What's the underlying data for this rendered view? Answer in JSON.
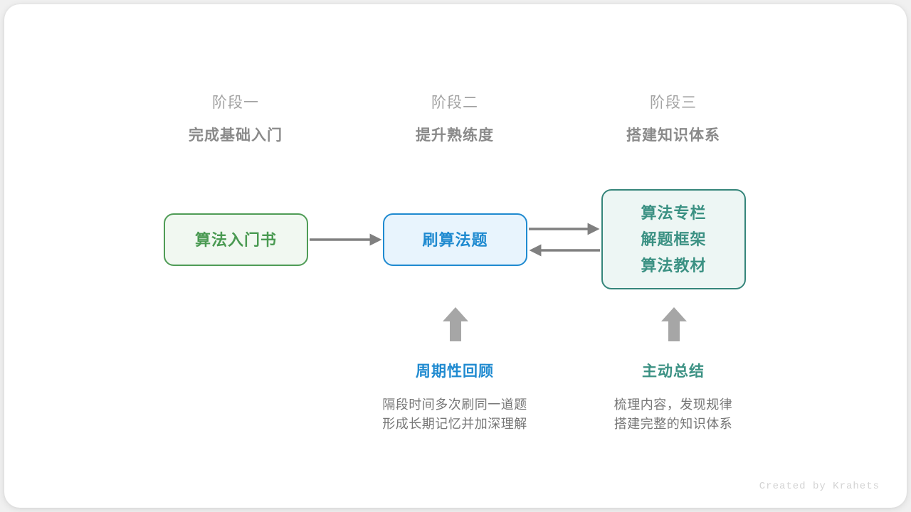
{
  "diagram": {
    "stages": [
      {
        "label": "阶段一",
        "title": "完成基础入门"
      },
      {
        "label": "阶段二",
        "title": "提升熟练度"
      },
      {
        "label": "阶段三",
        "title": "搭建知识体系"
      }
    ],
    "nodes": [
      {
        "id": "book",
        "lines": [
          "算法入门书"
        ],
        "color": "#4a9a52",
        "border": "#4f9c56",
        "fill": "#f1f8f1"
      },
      {
        "id": "practice",
        "lines": [
          "刷算法题"
        ],
        "color": "#1f8ad0",
        "border": "#1f8ad0",
        "fill": "#e8f4fd"
      },
      {
        "id": "knowledge",
        "lines": [
          "算法专栏",
          "解题框架",
          "算法教材"
        ],
        "color": "#3b9183",
        "border": "#35857a",
        "fill": "#edf6f4"
      }
    ],
    "notes": [
      {
        "title": "周期性回顾",
        "color": "#1f8ad0",
        "desc_lines": [
          "隔段时间多次刷同一道题",
          "形成长期记忆并加深理解"
        ]
      },
      {
        "title": "主动总结",
        "color": "#3b9183",
        "desc_lines": [
          "梳理内容，发现规律",
          "搭建完整的知识体系"
        ]
      }
    ],
    "arrow_color": "#808080",
    "up_arrow_color": "#a6a6a6",
    "credit": "Created by Krahets"
  }
}
